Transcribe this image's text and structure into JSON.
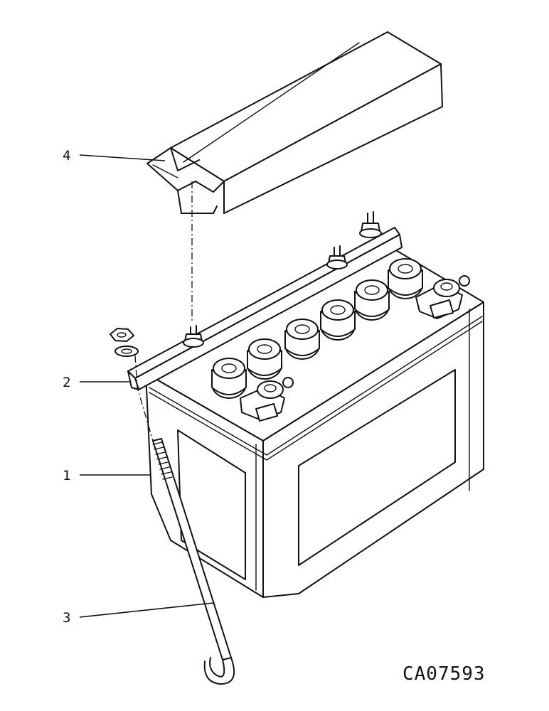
{
  "callouts": {
    "item_1": "1",
    "item_2": "2",
    "item_3": "3",
    "item_4": "4"
  },
  "figure_id": "CA07593"
}
